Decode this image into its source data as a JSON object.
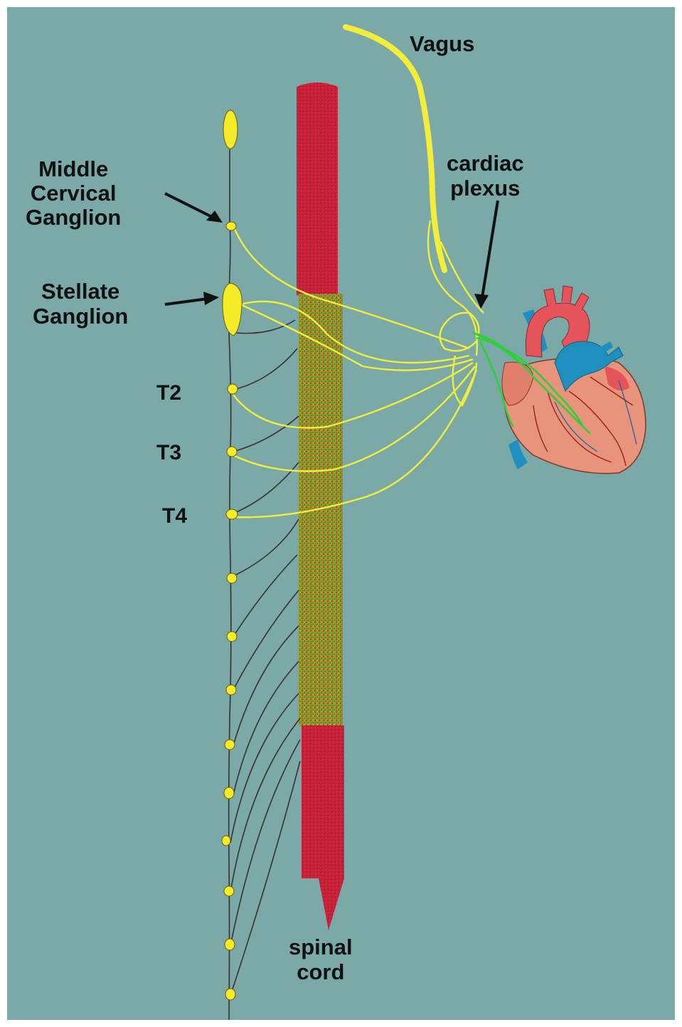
{
  "labels": {
    "vagus": "Vagus",
    "cardiac_plexus_line1": "cardiac",
    "cardiac_plexus_line2": "plexus",
    "middle_cervical_line1": "Middle",
    "middle_cervical_line2": "Cervical",
    "middle_cervical_line3": "Ganglion",
    "stellate_line1": "Stellate",
    "stellate_line2": "Ganglion",
    "t2": "T2",
    "t3": "T3",
    "t4": "T4",
    "spinal_cord_line1": "spinal",
    "spinal_cord_line2": "cord"
  },
  "colors": {
    "background": "#7aa9a7",
    "spinal_cord_red": "#c8253a",
    "spinal_cord_thoracic": "#8a9a2a",
    "nerve_yellow": "#f2ee3a",
    "ganglion_yellow": "#f4ec28",
    "chain_line": "#3a3030",
    "vagal_green": "#2fcf3a",
    "heart_aorta": "#e5545a",
    "heart_vessels_blue": "#1f8fbf",
    "heart_muscle": "#e8937c"
  }
}
